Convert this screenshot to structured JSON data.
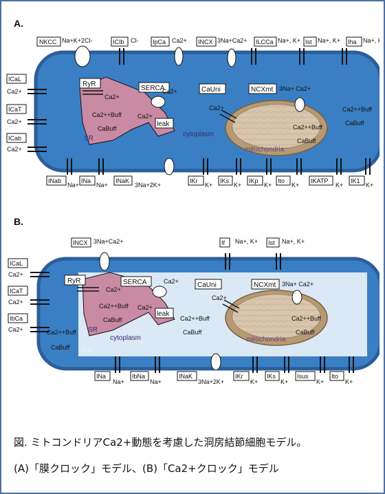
{
  "panelA": {
    "label": "A.",
    "top_channels": [
      "NKCC",
      "Na+K+2Cl-",
      "ICIb",
      "Cl-",
      "IpCa",
      "Ca2+",
      "INCX",
      "3Na+Ca2+",
      "ILCCa",
      "Na+, K+",
      "Ist",
      "Na+, K+",
      "Iha",
      "Na+, K+"
    ],
    "left_channels": [
      "ICaL",
      "ICaT",
      "ICab"
    ],
    "left_ions": [
      "Ca2+",
      "Ca2+",
      "Ca2+"
    ],
    "bottom_channels": [
      "INab",
      "INa",
      "INaK",
      "IKr",
      "IKs",
      "IKp",
      "Ito",
      "IKATP",
      "IK1"
    ],
    "bottom_ions": [
      "Na+",
      "Na+",
      "3Na+2K+",
      "K+",
      "K+",
      "K+",
      "K+",
      "K+",
      "K+"
    ],
    "inner": {
      "ryr": "RyR",
      "serca": "SERCA",
      "sr": "SR",
      "leak": "leak",
      "cauni": "CaUni",
      "ncxmt": "NCXmt",
      "ncxmt_ions": "3Na+ Ca2+",
      "cytoplasm": "cytoplasm",
      "mitochondria": "mitochondria",
      "ca": "Ca2+",
      "buff_top": "Ca2++Buff",
      "buff_bottom": "CaBuff"
    }
  },
  "panelB": {
    "label": "B.",
    "top_channels": [
      "INCX",
      "3Na+Ca2+",
      "If",
      "Na+, K+",
      "Ist",
      "Na+, K+"
    ],
    "left_channels": [
      "ICaL",
      "ICaT",
      "IbCa"
    ],
    "left_ions": [
      "Ca2+",
      "Ca2+",
      "Ca2+"
    ],
    "bottom_channels": [
      "INa",
      "IbNa",
      "INaK",
      "IKr",
      "IKs",
      "Isus",
      "Ito"
    ],
    "bottom_ions": [
      "Na+",
      "Na+",
      "3Na+2K+",
      "K+",
      "K+",
      "K+",
      "K+"
    ],
    "inner": {
      "ryr": "RyR",
      "serca": "SERCA",
      "sr": "SR",
      "leak": "leak",
      "cauni": "CaUni",
      "ncxmt": "NCXmt",
      "ncxmt_ions": "3Na+ Ca2+",
      "cytoplasm": "cytoplasm",
      "mitochondria": "mitochondria",
      "sub": "Sub",
      "ca": "Ca2+",
      "buff_top": "Ca2++Buff",
      "buff_bottom": "CaBuff"
    }
  },
  "caption": {
    "line1": "図. ミトコンドリアCa2+動態を考慮した洞房結節細胞モデル。",
    "line2": "(A)「膜クロック」モデル、(B)「Ca2+クロック」モデル"
  },
  "colors": {
    "cell": "#3a7fc4",
    "cell_border": "#2b5e9b",
    "inner_light": "#dbe9f6",
    "sr": "#c98aa3",
    "mito_outer": "#b69a74",
    "mito_inner": "#f4ead8",
    "frame": "#4a6fa5"
  }
}
